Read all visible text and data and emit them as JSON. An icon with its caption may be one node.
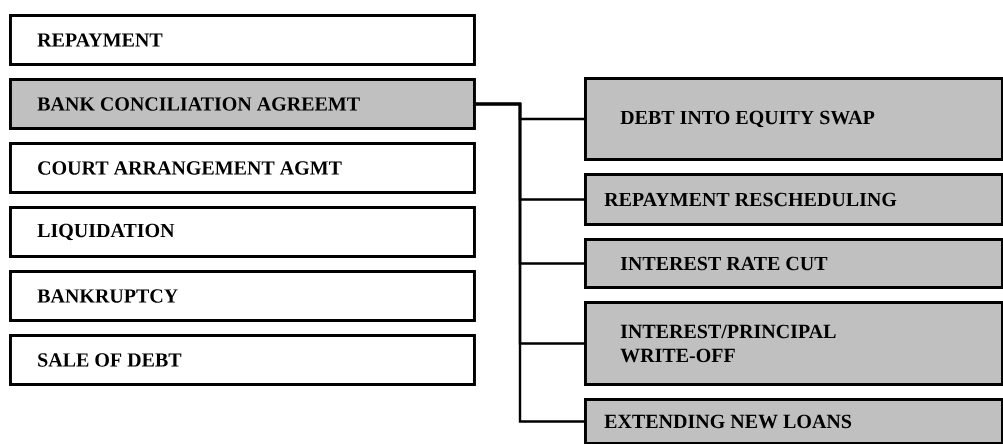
{
  "diagram": {
    "nodes": [
      {
        "text": [
          "REPAYMENT"
        ]
      },
      {
        "text": [
          "BANK CONCILIATION AGREEMT"
        ]
      },
      {
        "text": [
          "COURT ARRANGEMENT AGMT"
        ]
      },
      {
        "text": [
          "LIQUIDATION"
        ]
      },
      {
        "text": [
          "BANKRUPTCY"
        ]
      },
      {
        "text": [
          "SALE OF DEBT"
        ]
      },
      {
        "text": [
          "DEBT INTO EQUITY SWAP"
        ]
      },
      {
        "text": [
          "REPAYMENT RESCHEDULING"
        ]
      },
      {
        "text": [
          "INTEREST RATE CUT"
        ]
      },
      {
        "text": [
          "INTEREST/PRINCIPAL WRITE-OFF"
        ]
      },
      {
        "text": [
          "EXTENDING NEW LOANS"
        ]
      }
    ],
    "edges": [
      {
        "from": 1,
        "to": 6,
        "arrow": "none"
      },
      {
        "from": 1,
        "to": 7,
        "arrow": "none"
      },
      {
        "from": 1,
        "to": 8,
        "arrow": "none"
      },
      {
        "from": 1,
        "to": 9,
        "arrow": "none"
      },
      {
        "from": 1,
        "to": 10,
        "arrow": "none"
      }
    ]
  }
}
